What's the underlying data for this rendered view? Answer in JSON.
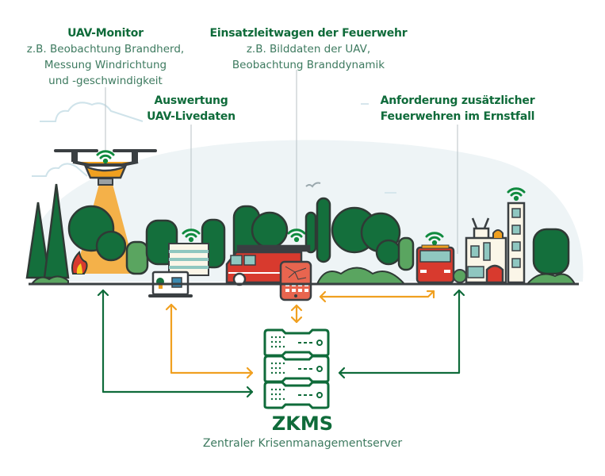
{
  "colors": {
    "dark_green": "#0f6b3a",
    "tree_green": "#146f3c",
    "light_green": "#5aa560",
    "orange": "#f0a020",
    "red": "#d83a2e",
    "outline": "#3a3f42",
    "sky": "#eef4f6",
    "text_sub": "#3d7a5f"
  },
  "labels": {
    "uav_monitor": {
      "title": "UAV-Monitor",
      "lines": [
        "z.B. Beobachtung Brandherd,",
        "Messung Windrichtung",
        "und -geschwindigkeit"
      ]
    },
    "auswertung": {
      "title_lines": [
        "Auswertung",
        "UAV-Livedaten"
      ]
    },
    "einsatzleitwagen": {
      "title": "Einsatzleitwagen der Feuerwehr",
      "lines": [
        "z.B. Bilddaten der UAV,",
        "Beobachtung Branddynamik"
      ]
    },
    "anforderung": {
      "title_lines": [
        "Anforderung zusätzlicher",
        "Feuerwehren im Ernstfall"
      ]
    }
  },
  "server": {
    "name": "ZKMS",
    "description": "Zentraler Krisenmanagementserver"
  },
  "nodes": [
    {
      "id": "uav-drone",
      "icon": "drone-icon",
      "connection": "green"
    },
    {
      "id": "laptop-analysis",
      "icon": "laptop-icon",
      "connection": "orange"
    },
    {
      "id": "command-vehicle-tablet",
      "icon": "tablet-icon",
      "connection": "orange"
    },
    {
      "id": "fire-truck",
      "icon": "fire-truck-icon",
      "connection": "orange"
    },
    {
      "id": "fire-station",
      "icon": "building-icon",
      "connection": "green"
    }
  ]
}
